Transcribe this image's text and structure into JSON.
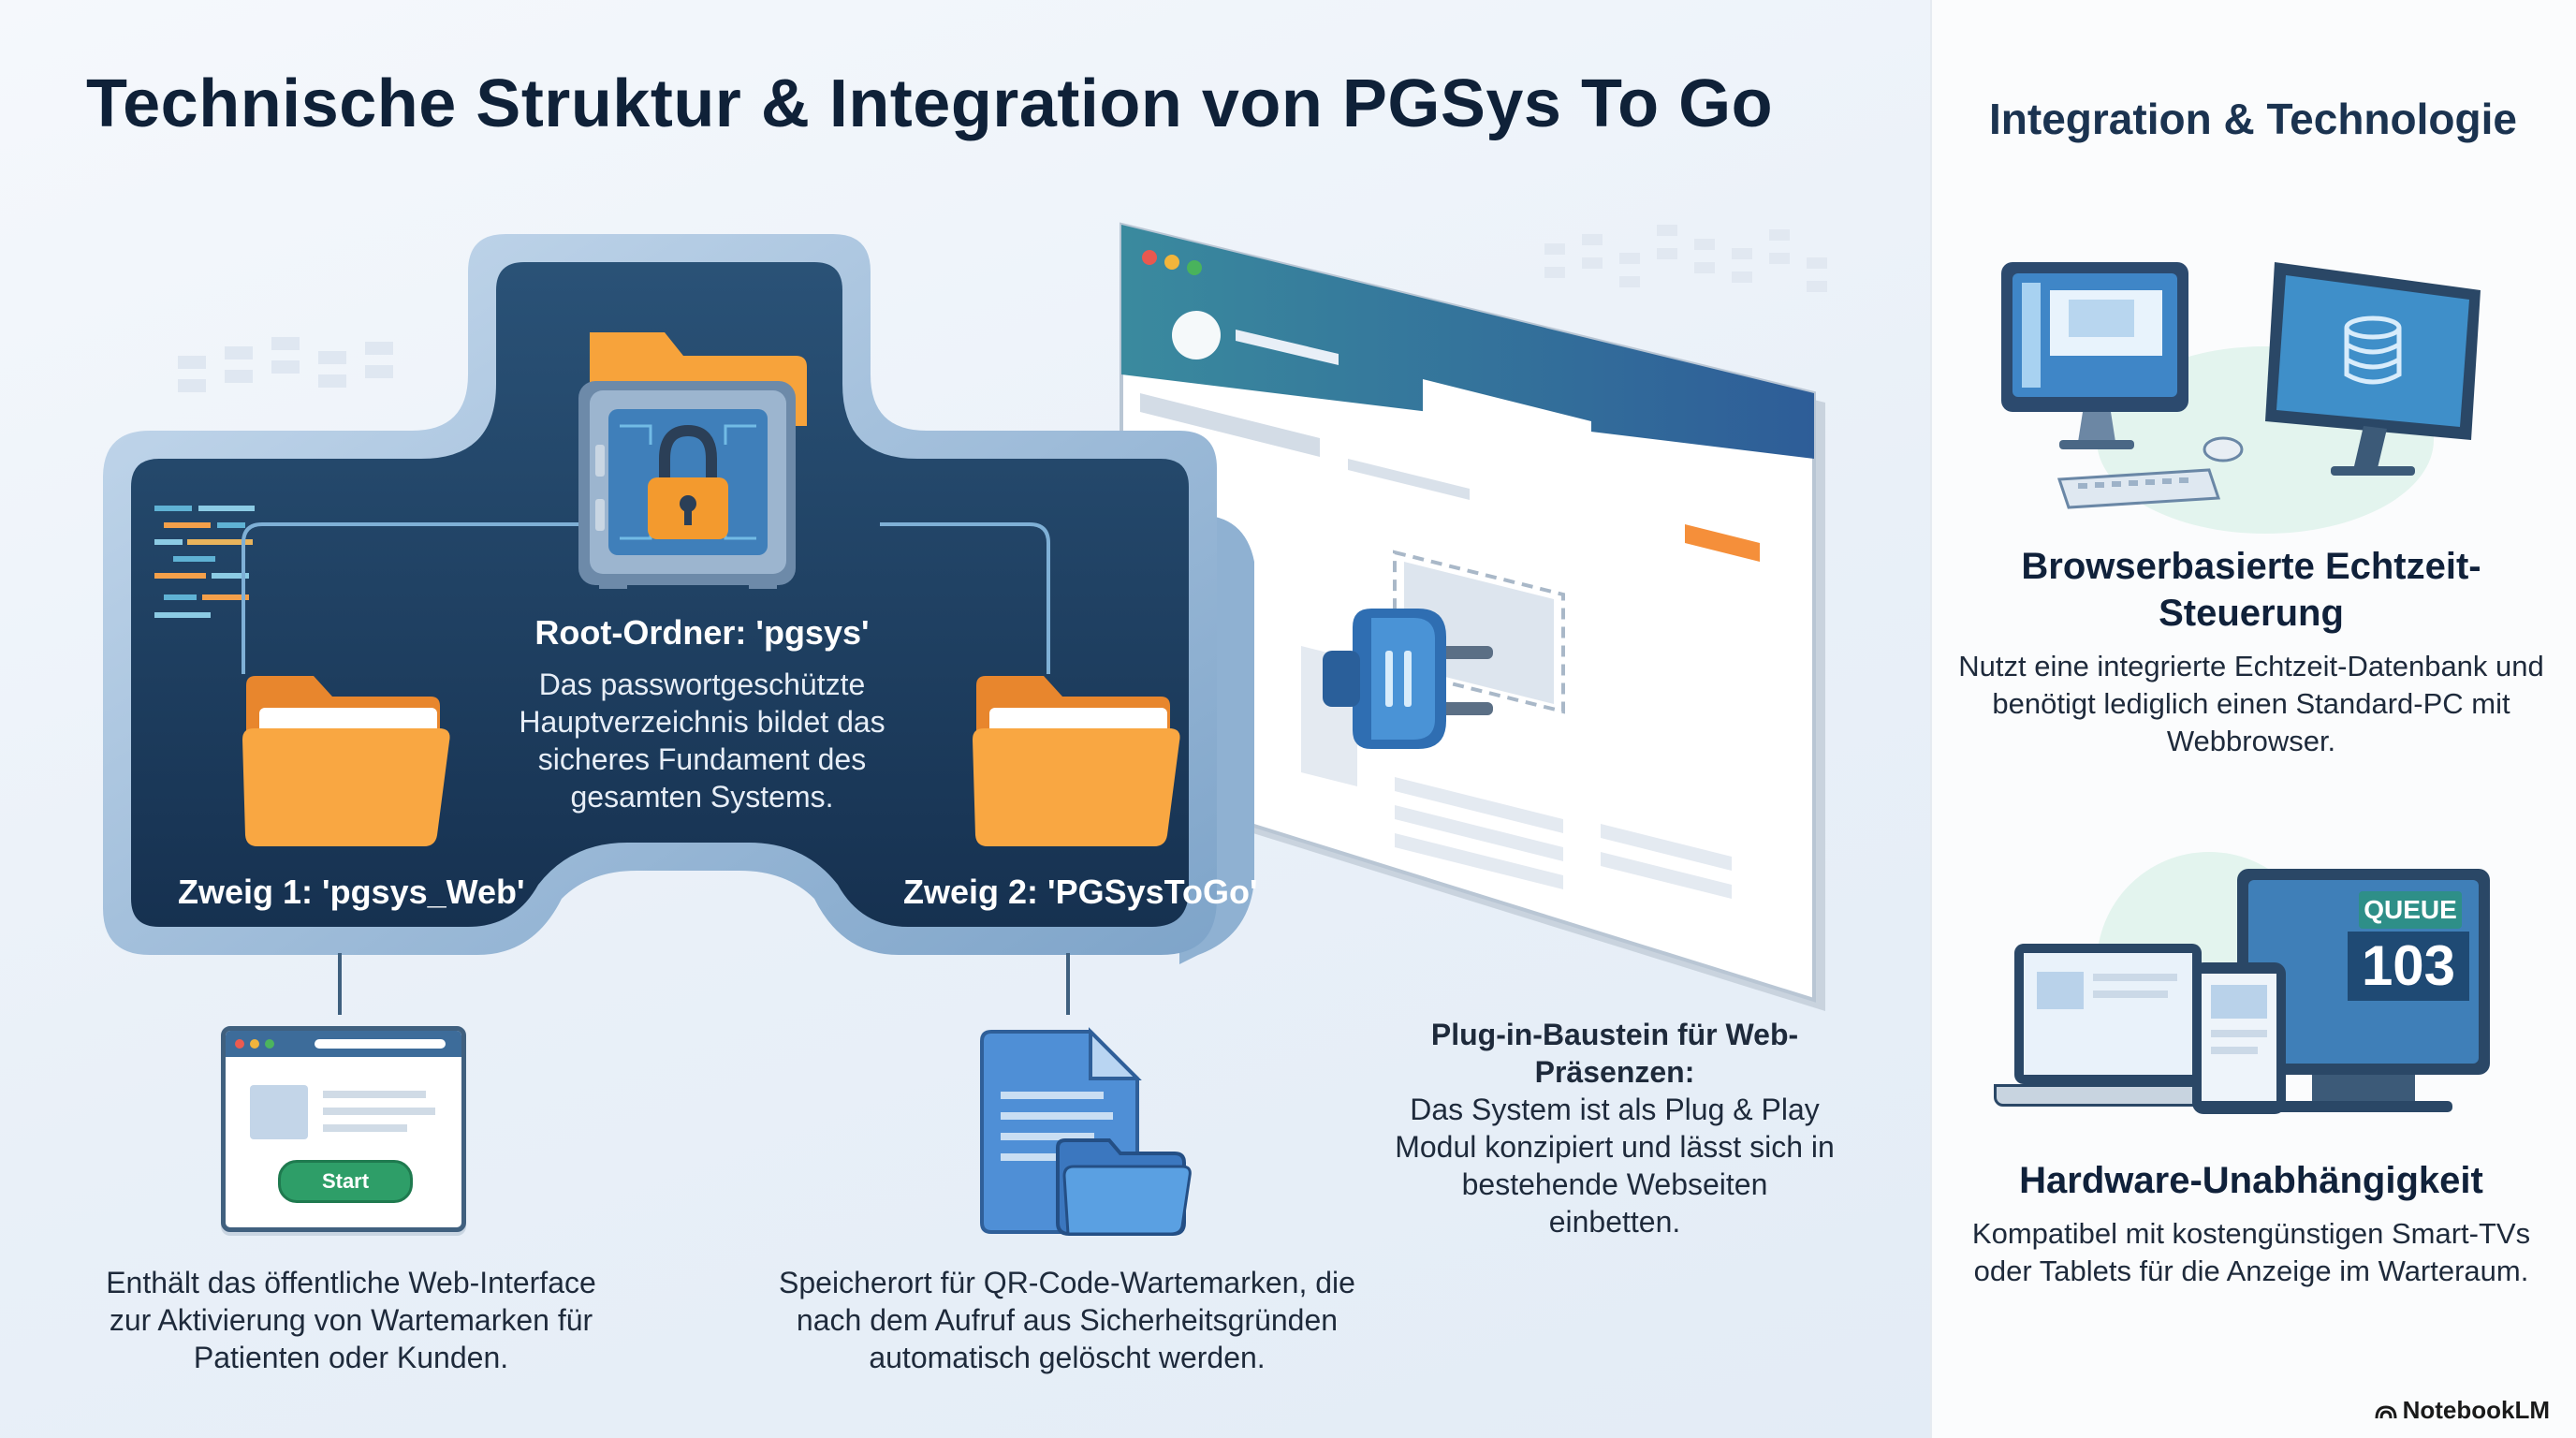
{
  "title": "Technische Struktur & Integration von PGSys To Go",
  "root": {
    "heading": "Root-Ordner: 'pgsys'",
    "text": "Das passwortgeschützte Hauptverzeichnis bildet das sicheres Fundament des gesamten Systems."
  },
  "branch1": {
    "label": "Zweig 1: 'pgsys_Web'",
    "button": "Start",
    "text": "Enthält das öffentliche Web-Interface zur Aktivierung von Wartemarken für Patienten oder Kunden."
  },
  "branch2": {
    "label": "Zweig 2: 'PGSysToGo'",
    "text": "Speicherort für QR-Code-Wartemarken, die nach dem Aufruf aus Sicherheitsgründen automatisch gelöscht werden."
  },
  "plugin": {
    "heading": "Plug-in-Baustein für Web-Präsenzen:",
    "text": "Das System ist als Plug & Play Modul konzipiert und lässt sich in bestehende Webseiten einbetten."
  },
  "sidebar": {
    "title": "Integration & Technologie",
    "item1": {
      "heading": "Browserbasierte Echtzeit-Steuerung",
      "text": "Nutzt eine integrierte Echtzeit-Datenbank und benötigt lediglich einen Standard-PC mit Webbrowser."
    },
    "item2": {
      "heading": "Hardware-Unabhängigkeit",
      "text": "Kompatibel mit kostengünstigen Smart-TVs oder Tablets für die Anzeige im Warteraum.",
      "queue_label": "QUEUE",
      "queue_number": "103"
    }
  },
  "footer": "NotebookLM",
  "colors": {
    "panel": "#1d3a5b",
    "panel_border": "#7fa5c8",
    "folder": "#f7a33b",
    "accent_blue": "#3b82c4",
    "accent_green": "#2bb673"
  }
}
